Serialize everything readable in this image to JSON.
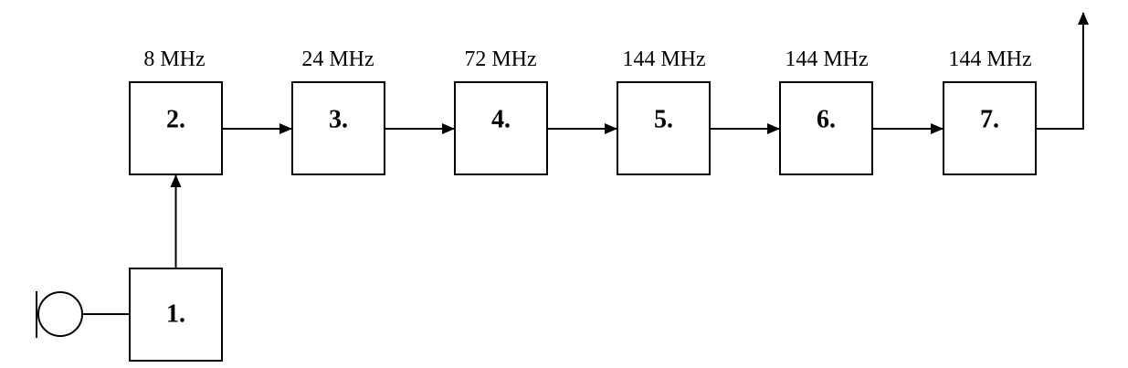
{
  "diagram": {
    "blocks": [
      {
        "id": "1",
        "label": "1."
      },
      {
        "id": "2",
        "label": "2."
      },
      {
        "id": "3",
        "label": "3."
      },
      {
        "id": "4",
        "label": "4."
      },
      {
        "id": "5",
        "label": "5."
      },
      {
        "id": "6",
        "label": "6."
      },
      {
        "id": "7",
        "label": "7."
      }
    ],
    "frequencies": [
      {
        "block": "2",
        "text": "8 MHz"
      },
      {
        "block": "3",
        "text": "24 MHz"
      },
      {
        "block": "4",
        "text": "72 MHz"
      },
      {
        "block": "5",
        "text": "144 MHz"
      },
      {
        "block": "6",
        "text": "144 MHz"
      },
      {
        "block": "7",
        "text": "144 MHz"
      }
    ],
    "connections": [
      {
        "from": "source",
        "to": "1"
      },
      {
        "from": "1",
        "to": "2"
      },
      {
        "from": "2",
        "to": "3"
      },
      {
        "from": "3",
        "to": "4"
      },
      {
        "from": "4",
        "to": "5"
      },
      {
        "from": "5",
        "to": "6"
      },
      {
        "from": "6",
        "to": "7"
      },
      {
        "from": "7",
        "to": "output"
      }
    ]
  }
}
